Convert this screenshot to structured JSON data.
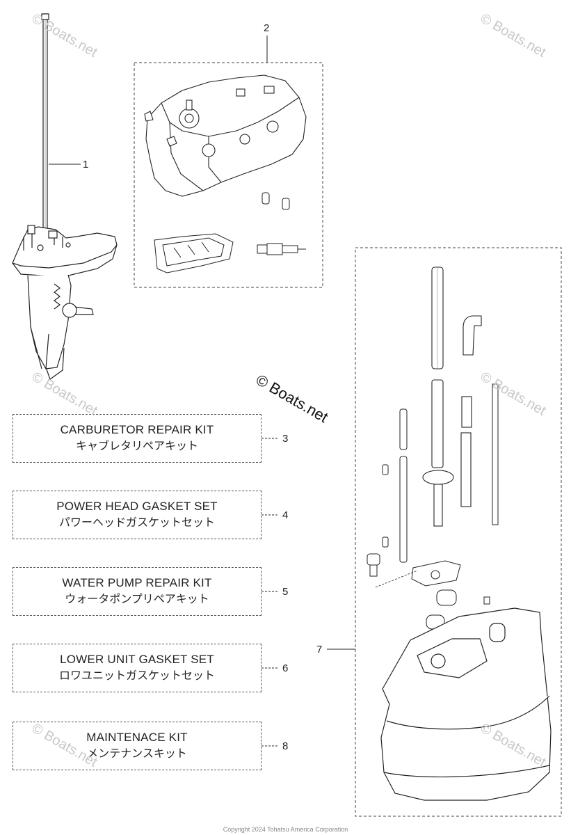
{
  "callouts": {
    "n1": "1",
    "n2": "2",
    "n7": "7"
  },
  "kits": [
    {
      "number": "3",
      "en": "CARBURETOR REPAIR KIT",
      "ja": "キャブレタリペアキット"
    },
    {
      "number": "4",
      "en": "POWER HEAD GASKET SET",
      "ja": "パワーヘッドガスケットセット"
    },
    {
      "number": "5",
      "en": "WATER PUMP REPAIR KIT",
      "ja": "ウォータポンプリペアキット"
    },
    {
      "number": "6",
      "en": "LOWER UNIT GASKET SET",
      "ja": "ロワユニットガスケットセット"
    },
    {
      "number": "8",
      "en": "MAINTENACE KIT",
      "ja": "メンテナンスキット"
    }
  ],
  "watermark": {
    "small": "© Boats.net",
    "large": "© Boats.net"
  },
  "footer": {
    "copyright": "Copyright 2024 Tohatsu America Corporation"
  }
}
